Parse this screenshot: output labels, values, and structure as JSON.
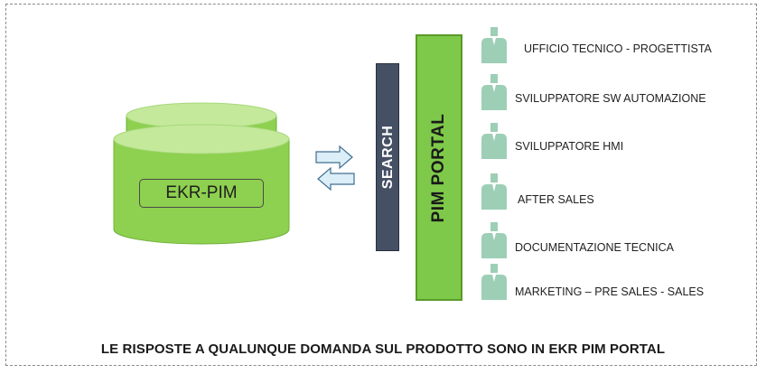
{
  "database": {
    "label": "EKR-PIM",
    "colors": {
      "body": "#8ed04f",
      "top": "#c4e99b",
      "edge": "#6fb23a"
    }
  },
  "search": {
    "label": "SEARCH",
    "color": "#455065"
  },
  "portal": {
    "label": "PIM PORTAL",
    "color": "#7fc94a"
  },
  "user_icon": {
    "name": "user-icon",
    "color": "#9dcfb6"
  },
  "users": [
    {
      "role": "UFFICIO TECNICO - PROGETTISTA"
    },
    {
      "role": "SVILUPPATORE SW AUTOMAZIONE"
    },
    {
      "role": "SVILUPPATORE HMI"
    },
    {
      "role": "AFTER SALES"
    },
    {
      "role": "DOCUMENTAZIONE TECNICA"
    },
    {
      "role": "MARKETING – PRE SALES - SALES"
    }
  ],
  "footer": "LE RISPOSTE A QUALUNQUE DOMANDA SUL PRODOTTO SONO IN EKR PIM PORTAL"
}
